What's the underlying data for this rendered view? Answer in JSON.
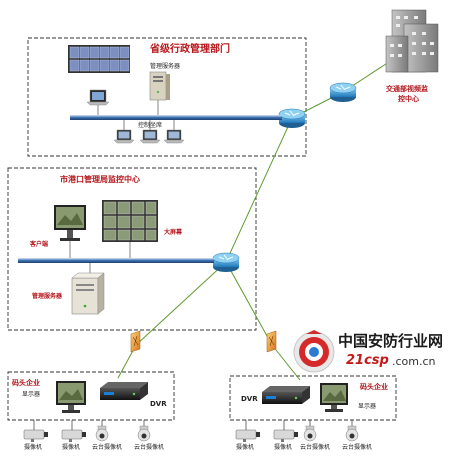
{
  "provincial": {
    "title": "省级行政管理部门",
    "server": "管理服务器",
    "control_seat": "控制坐席"
  },
  "transport": {
    "line1": "交通部视频监",
    "line2": "控中心"
  },
  "city": {
    "title": "市港口管理局监控中心",
    "client": "客户端",
    "big_screen": "大屏幕",
    "server": "管理服务器"
  },
  "wharf_left": {
    "title": "码头企业",
    "display": "显示器",
    "dvr": "DVR",
    "cameras": [
      "摄像机",
      "摄像机",
      "云台摄像机",
      "云台摄像机"
    ]
  },
  "wharf_right": {
    "title": "码头企业",
    "display": "显示器",
    "dvr": "DVR",
    "cameras": [
      "摄像机",
      "摄像机",
      "云台摄像机",
      "云台摄像机"
    ]
  },
  "watermark": {
    "text_cn": "中国安防行业网",
    "domain_a": "21csp",
    "domain_b": ".com.cn"
  },
  "colors": {
    "title_red": "#b3161b",
    "router_blue": "#2f8fcf",
    "link_green": "#5f9a2e",
    "bus_blue": "#3a6fb0",
    "firewall_orange": "#e08a1e"
  }
}
